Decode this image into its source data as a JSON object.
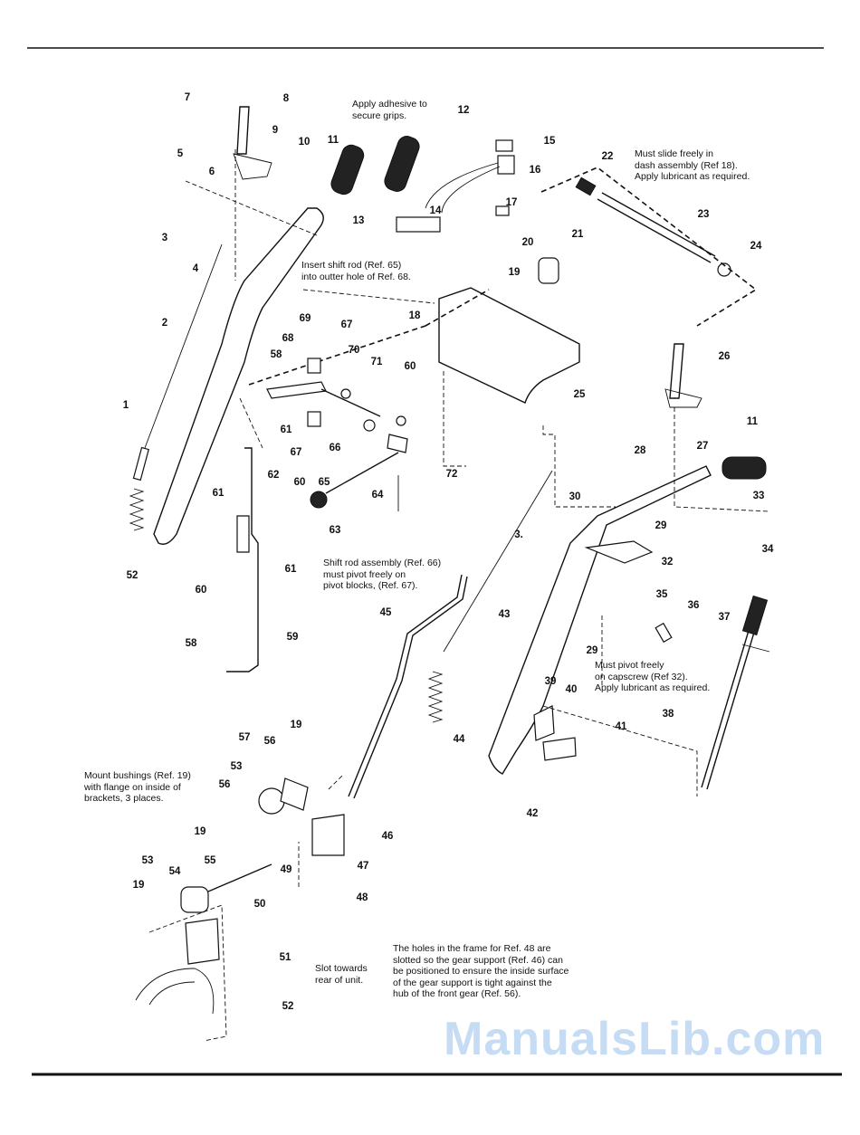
{
  "watermark": "ManualsLib.com",
  "ref_labels": [
    "7",
    "8",
    "9",
    "10",
    "5",
    "6",
    "4",
    "3",
    "2",
    "1",
    "52",
    "11",
    "12",
    "15",
    "16",
    "13",
    "14",
    "17",
    "22",
    "23",
    "24",
    "20",
    "21",
    "19",
    "18",
    "69",
    "67",
    "68",
    "58",
    "70",
    "71",
    "60",
    "61",
    "67",
    "66",
    "65",
    "62",
    "60",
    "64",
    "63",
    "61",
    "61",
    "60",
    "59",
    "58",
    "26",
    "25",
    "11",
    "27",
    "28",
    "33",
    "30",
    "29",
    "3.",
    "32",
    "34",
    "35",
    "36",
    "37",
    "29",
    "45",
    "43",
    "44",
    "38",
    "39",
    "40",
    "41",
    "42",
    "72",
    "19",
    "57",
    "56",
    "53",
    "56",
    "19",
    "46",
    "47",
    "48",
    "49",
    "53",
    "54",
    "55",
    "50",
    "19",
    "51",
    "52"
  ],
  "notes": {
    "adhesive": "Apply adhesive to\nsecure grips.",
    "shift_rod_insert": "Insert shift rod (Ref. 65)\ninto outter hole of Ref. 68.",
    "slide_freely": "Must slide freely in\ndash assembly (Ref 18).\nApply lubricant as required.",
    "shift_rod_pivot": "Shift rod assembly (Ref. 66)\nmust pivot freely on\npivot blocks, (Ref. 67).",
    "pivot_capscrew": "Must pivot freely\non capscrew (Ref 32).\nApply lubricant as required.",
    "mount_bushings": "Mount bushings (Ref. 19)\nwith flange on inside of\nbrackets, 3 places.",
    "slot_rear": "Slot towards\nrear of unit.",
    "holes_frame": "The holes in the frame for Ref. 48 are\nslotted so the gear support (Ref. 46) can\nbe positioned to ensure the inside surface\nof the gear support is tight against the\nhub of the front gear (Ref. 56)."
  }
}
